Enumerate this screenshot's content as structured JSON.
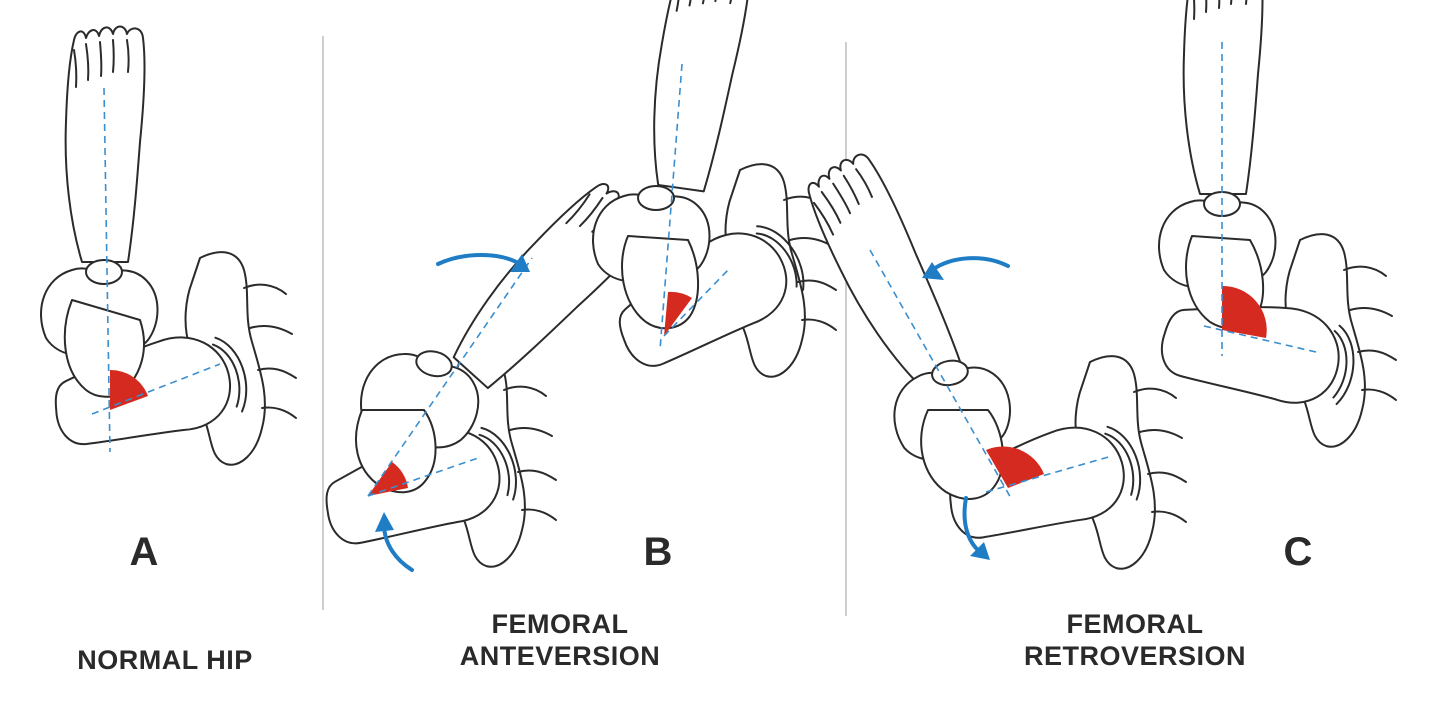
{
  "panels": [
    {
      "letter": "A",
      "caption_lines": [
        "NORMAL HIP"
      ]
    },
    {
      "letter": "B",
      "caption_lines": [
        "FEMORAL",
        "ANTEVERSION"
      ]
    },
    {
      "letter": "C",
      "caption_lines": [
        "FEMORAL",
        "RETROVERSION"
      ]
    }
  ],
  "colors": {
    "outline": "#2b2b2b",
    "axis": "#3a8fd0",
    "angle_wedge": "#d42a1f",
    "rotation_arrow": "#1f7dc6",
    "divider": "#bdbdbd",
    "label_text": "#2a2a2a"
  }
}
